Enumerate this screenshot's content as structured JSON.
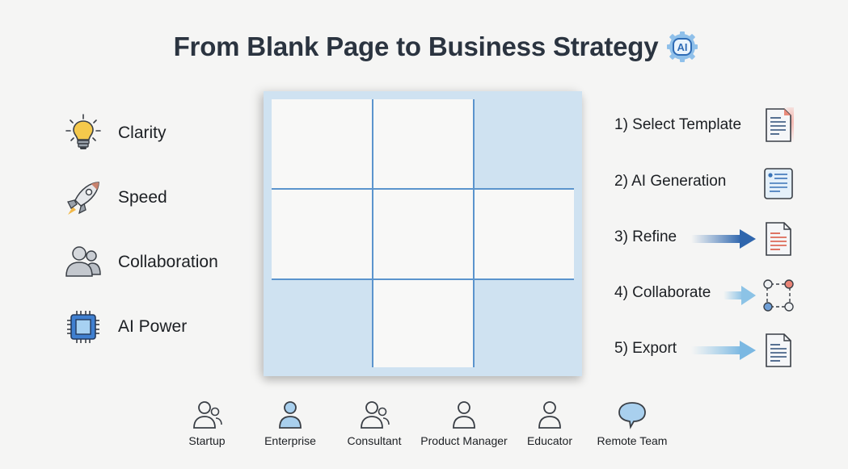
{
  "header": {
    "title": "From Blank Page to Business Strategy",
    "badge_text": "AI",
    "badge_icon": "ai-gear-icon"
  },
  "features": [
    {
      "label": "Clarity",
      "icon": "lightbulb-icon"
    },
    {
      "label": "Speed",
      "icon": "rocket-icon"
    },
    {
      "label": "Collaboration",
      "icon": "users-icon"
    },
    {
      "label": "AI Power",
      "icon": "chip-icon"
    }
  ],
  "canvas_grid": {
    "rows": 3,
    "cols": 3,
    "filled_cells": [
      "r1c1",
      "r1c2",
      "r2c1",
      "r2c2",
      "r2c3",
      "r3c2"
    ],
    "empty_cells": [
      "r1c3",
      "r3c1",
      "r3c3"
    ],
    "colors": {
      "background": "#cfe2f1",
      "cell": "#f8f8f7",
      "line": "#5b94cd"
    }
  },
  "steps": [
    {
      "label": "1) Select Template",
      "icon": "document-template-icon"
    },
    {
      "label": "2) AI Generation",
      "icon": "document-generated-icon"
    },
    {
      "label": "3) Refine",
      "icon": "document-edit-icon",
      "arrow": "dark-blue"
    },
    {
      "label": "4) Collaborate",
      "icon": "network-share-icon",
      "arrow": "light-blue"
    },
    {
      "label": "5) Export",
      "icon": "document-export-icon",
      "arrow": "light-blue"
    }
  ],
  "personas": [
    {
      "label": "Startup",
      "icon": "group-icon"
    },
    {
      "label": "Enterprise",
      "icon": "user-filled-icon"
    },
    {
      "label": "Consultant",
      "icon": "group-icon"
    },
    {
      "label": "Product Manager",
      "icon": "user-icon"
    },
    {
      "label": "Educator",
      "icon": "user-icon"
    },
    {
      "label": "Remote Team",
      "icon": "chat-bubble-icon"
    }
  ],
  "colors": {
    "background": "#f5f5f4",
    "title": "#2b3440",
    "accent_blue": "#3a74b8",
    "light_blue": "#8cc3e6",
    "accent_red": "#e0604e"
  }
}
